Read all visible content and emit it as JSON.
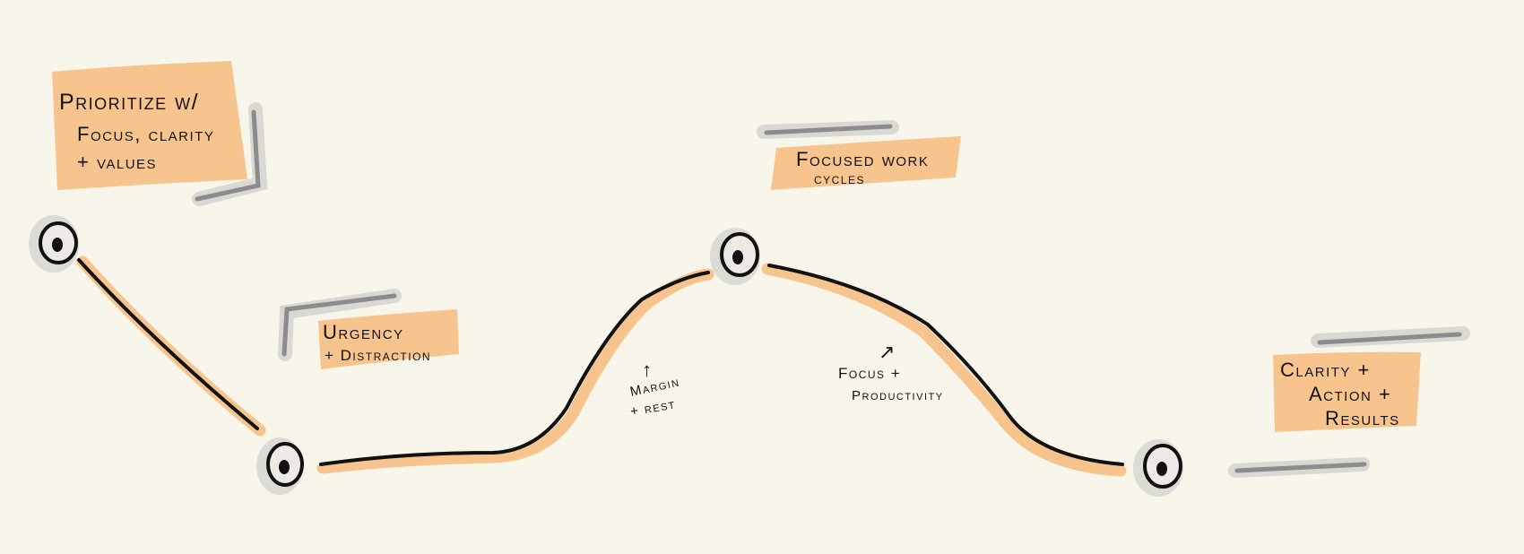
{
  "diagram": {
    "boxes": {
      "prioritize": {
        "line1": "Prioritize w/",
        "line2": "Focus, clarity",
        "line3": "+ values"
      },
      "focused_work": {
        "line1": "Focused  work",
        "line2": "cycles"
      },
      "urgency": {
        "line1": "Urgency",
        "line2": "+ Distraction"
      },
      "clarity": {
        "line1": "Clarity  +",
        "line2": "Action  +",
        "line3": "Results"
      }
    },
    "annotations": {
      "margin": {
        "arrow": "↑",
        "line1": "Margin",
        "line2": "+ rest"
      },
      "focus": {
        "arrow": "↗",
        "line1": "Focus +",
        "line2": "Productivity"
      }
    },
    "colors": {
      "highlight": "#f7c48e",
      "ink": "#111111",
      "background": "#f8f5ea",
      "shadow": "#8c8c8c"
    }
  }
}
